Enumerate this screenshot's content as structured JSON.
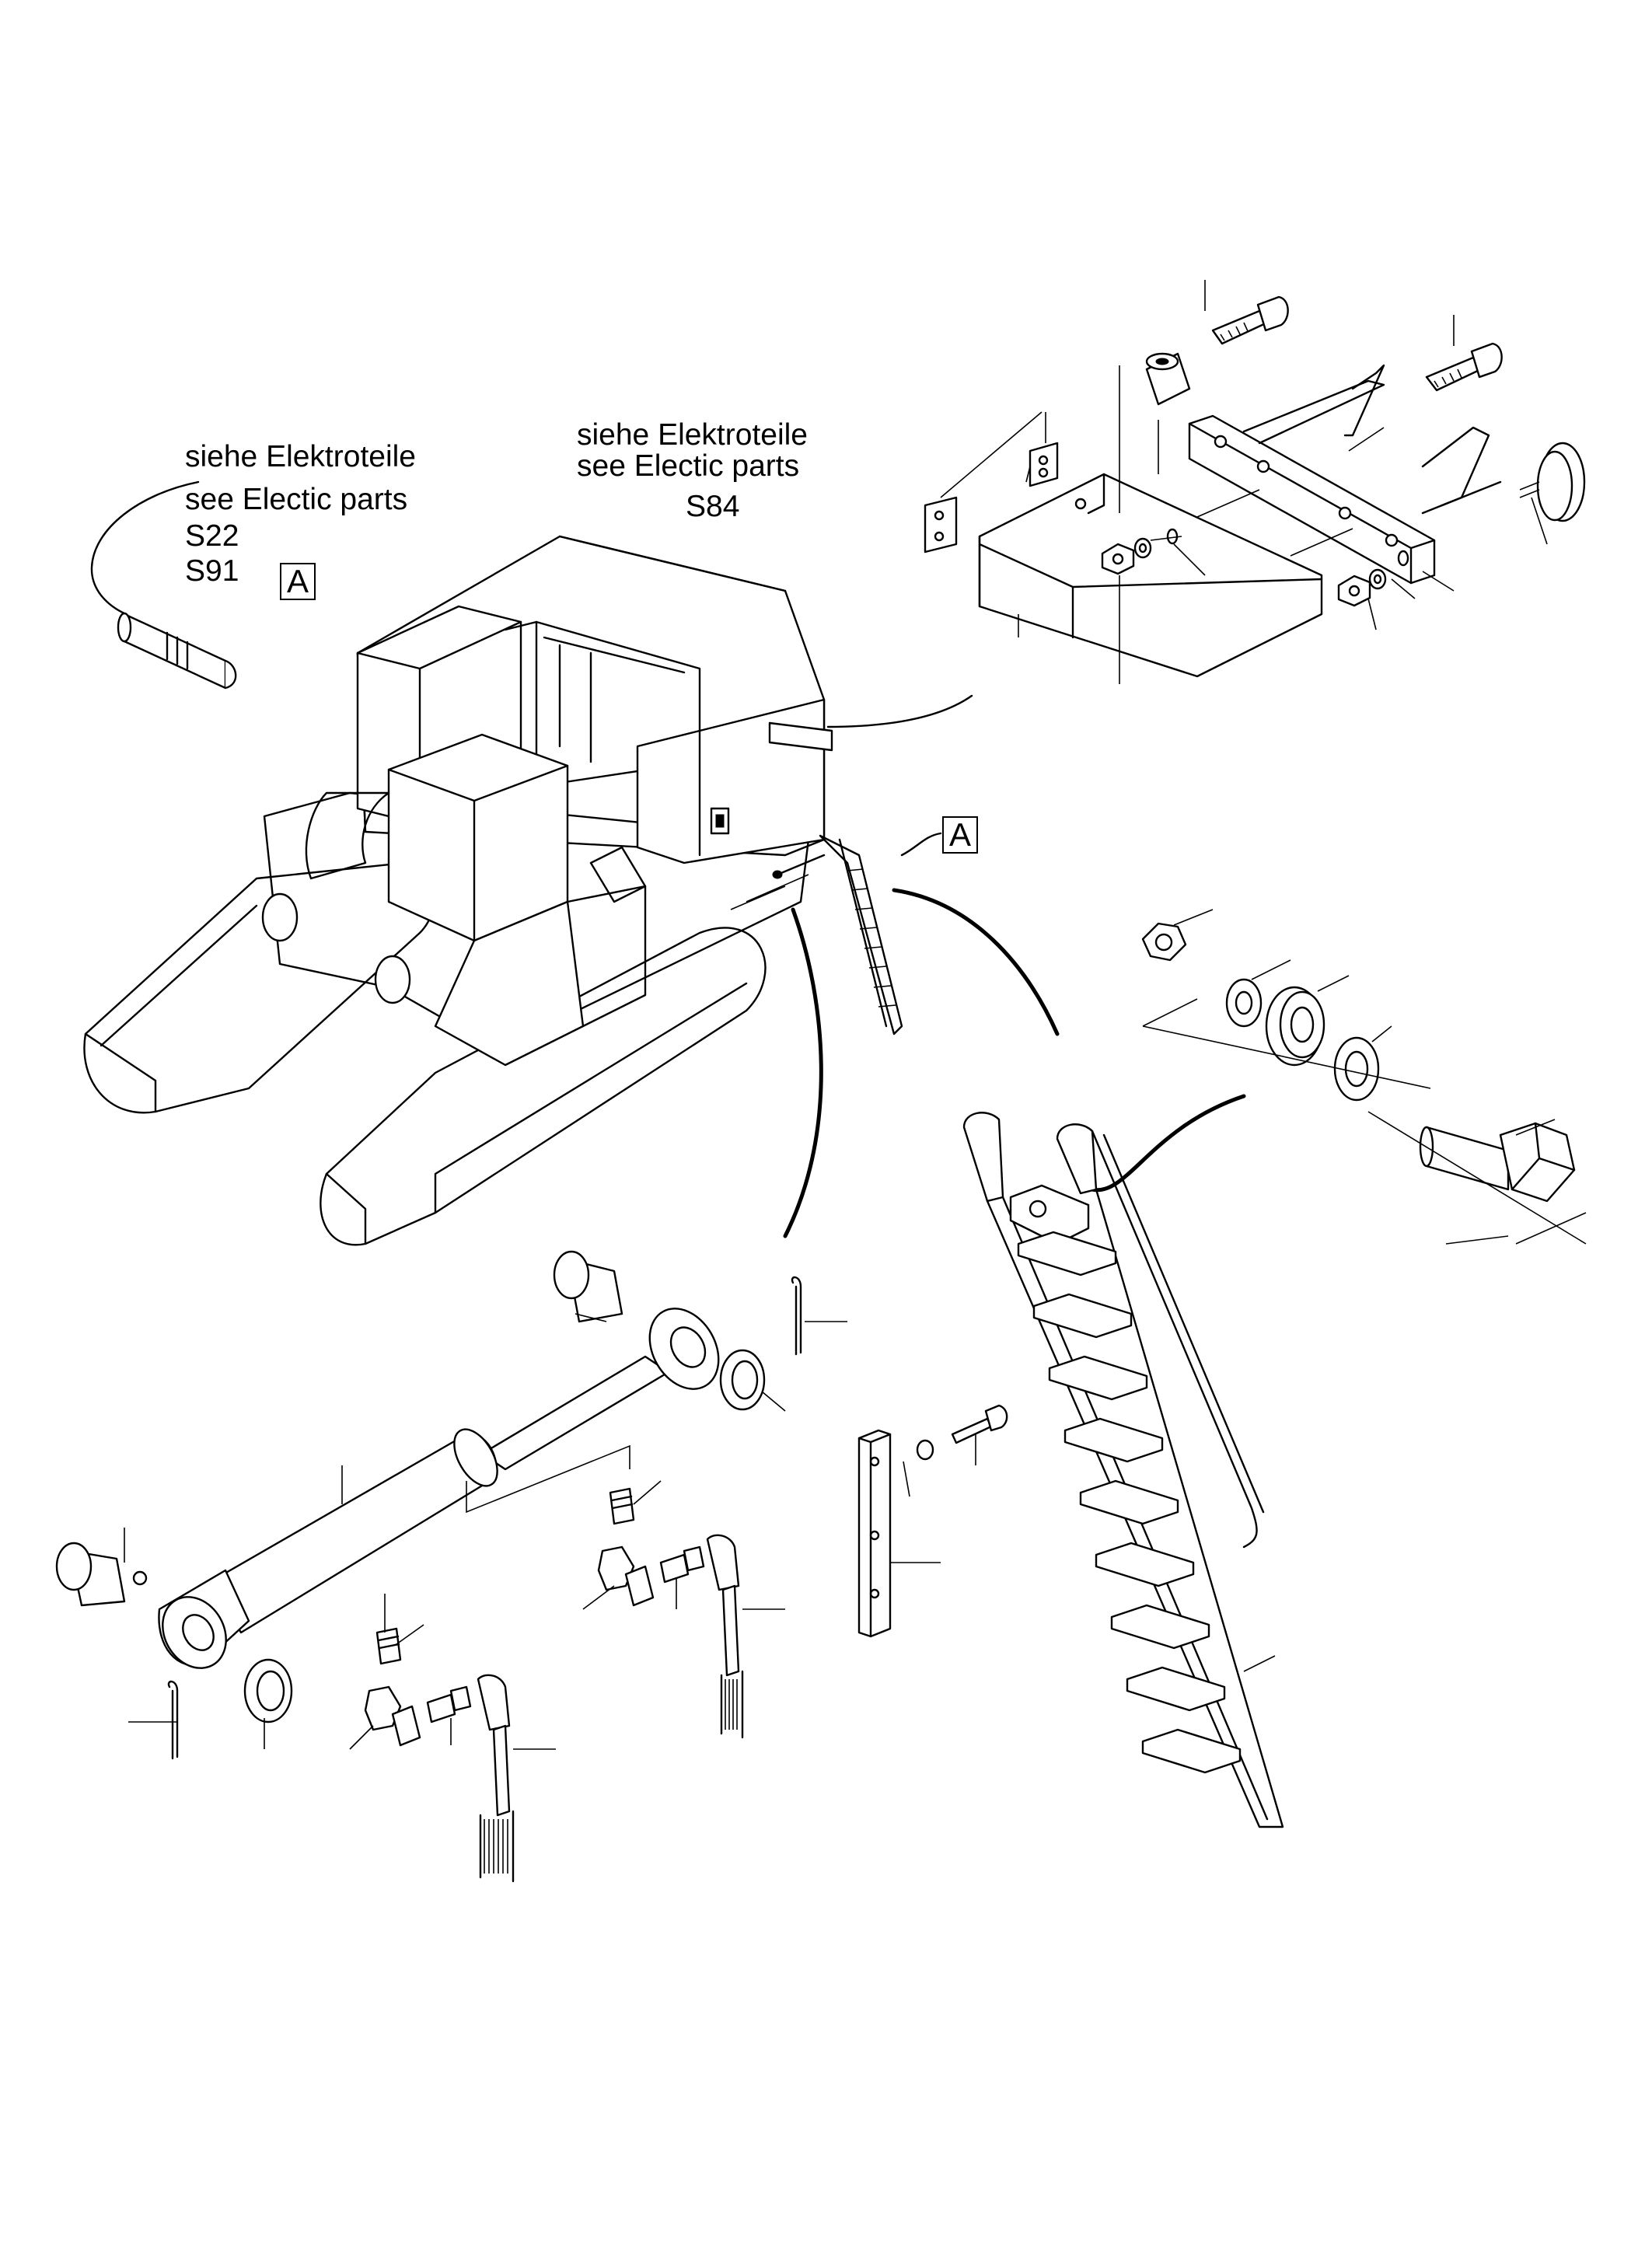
{
  "callout_left": {
    "line1": "siehe Elektroteile",
    "line2": "see Electic parts",
    "code1": "S22",
    "code2": "S91"
  },
  "callout_center": {
    "line1": "siehe Elektroteile",
    "line2": "see Electic parts",
    "code1": "S84"
  },
  "detail_marker": "A",
  "detail_marker_2": "A"
}
